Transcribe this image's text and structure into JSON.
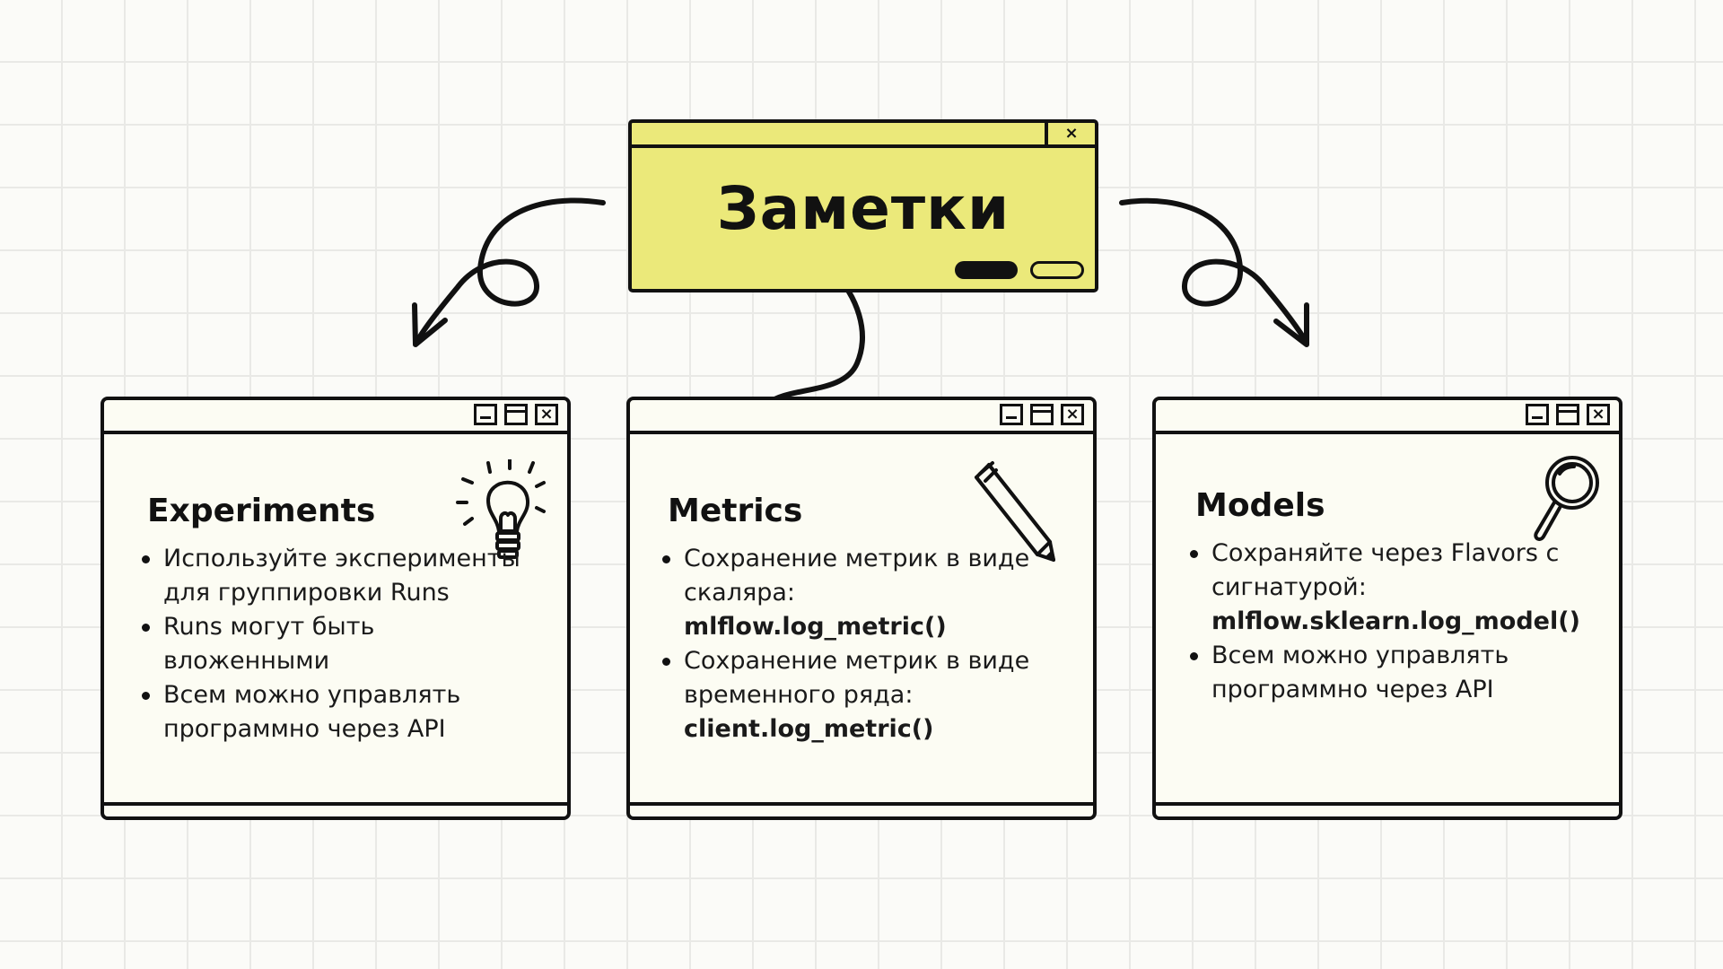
{
  "title": {
    "text": "Заметки",
    "close_glyph": "×",
    "background_color": "#ebe97a"
  },
  "cards": [
    {
      "id": "experiments",
      "heading": "Experiments",
      "icon": "lightbulb-icon",
      "bullets": [
        {
          "text": "Используйте эксперименты для группировки Runs",
          "code": ""
        },
        {
          "text": "Runs могут быть вложенными",
          "code": ""
        },
        {
          "text": "Всем можно управлять программно через API",
          "code": ""
        }
      ]
    },
    {
      "id": "metrics",
      "heading": "Metrics",
      "icon": "pencil-icon",
      "bullets": [
        {
          "text": "Сохранение метрик в виде скаляра:",
          "code": "mlflow.log_metric()"
        },
        {
          "text": "Сохранение метрик в виде временного ряда:",
          "code": "client.log_metric()"
        }
      ]
    },
    {
      "id": "models",
      "heading": "Models",
      "icon": "magnifier-icon",
      "bullets": [
        {
          "text": "Сохраняйте через Flavors с сигнатурой:",
          "code": "mlflow.sklearn.log_model()"
        },
        {
          "text": "Всем можно управлять программно через API",
          "code": ""
        }
      ]
    }
  ],
  "window_controls": {
    "close_glyph": "×"
  }
}
